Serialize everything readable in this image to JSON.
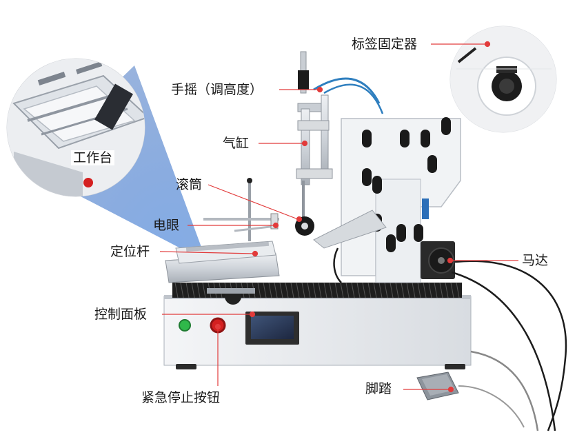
{
  "labels": {
    "worktable": "工作台",
    "label_holder": "标签固定器",
    "hand_crank": "手摇（调高度）",
    "cylinder": "气缸",
    "roller": "滚筒",
    "photo_eye": "电眼",
    "positioning_rod": "定位杆",
    "control_panel": "控制面板",
    "emergency_stop": "紧急停止按钮",
    "motor": "马达",
    "foot_pedal": "脚踏"
  },
  "colors": {
    "leader_line": "#e23b3b",
    "leader_dot": "#e23b3b",
    "inset_beam": "#5a8fd6",
    "steel": "#c9ced4",
    "dark": "#1c1c1c",
    "screen": "#2b3a5a",
    "emergency": "#d42020",
    "start_button": "#2fb84a"
  }
}
